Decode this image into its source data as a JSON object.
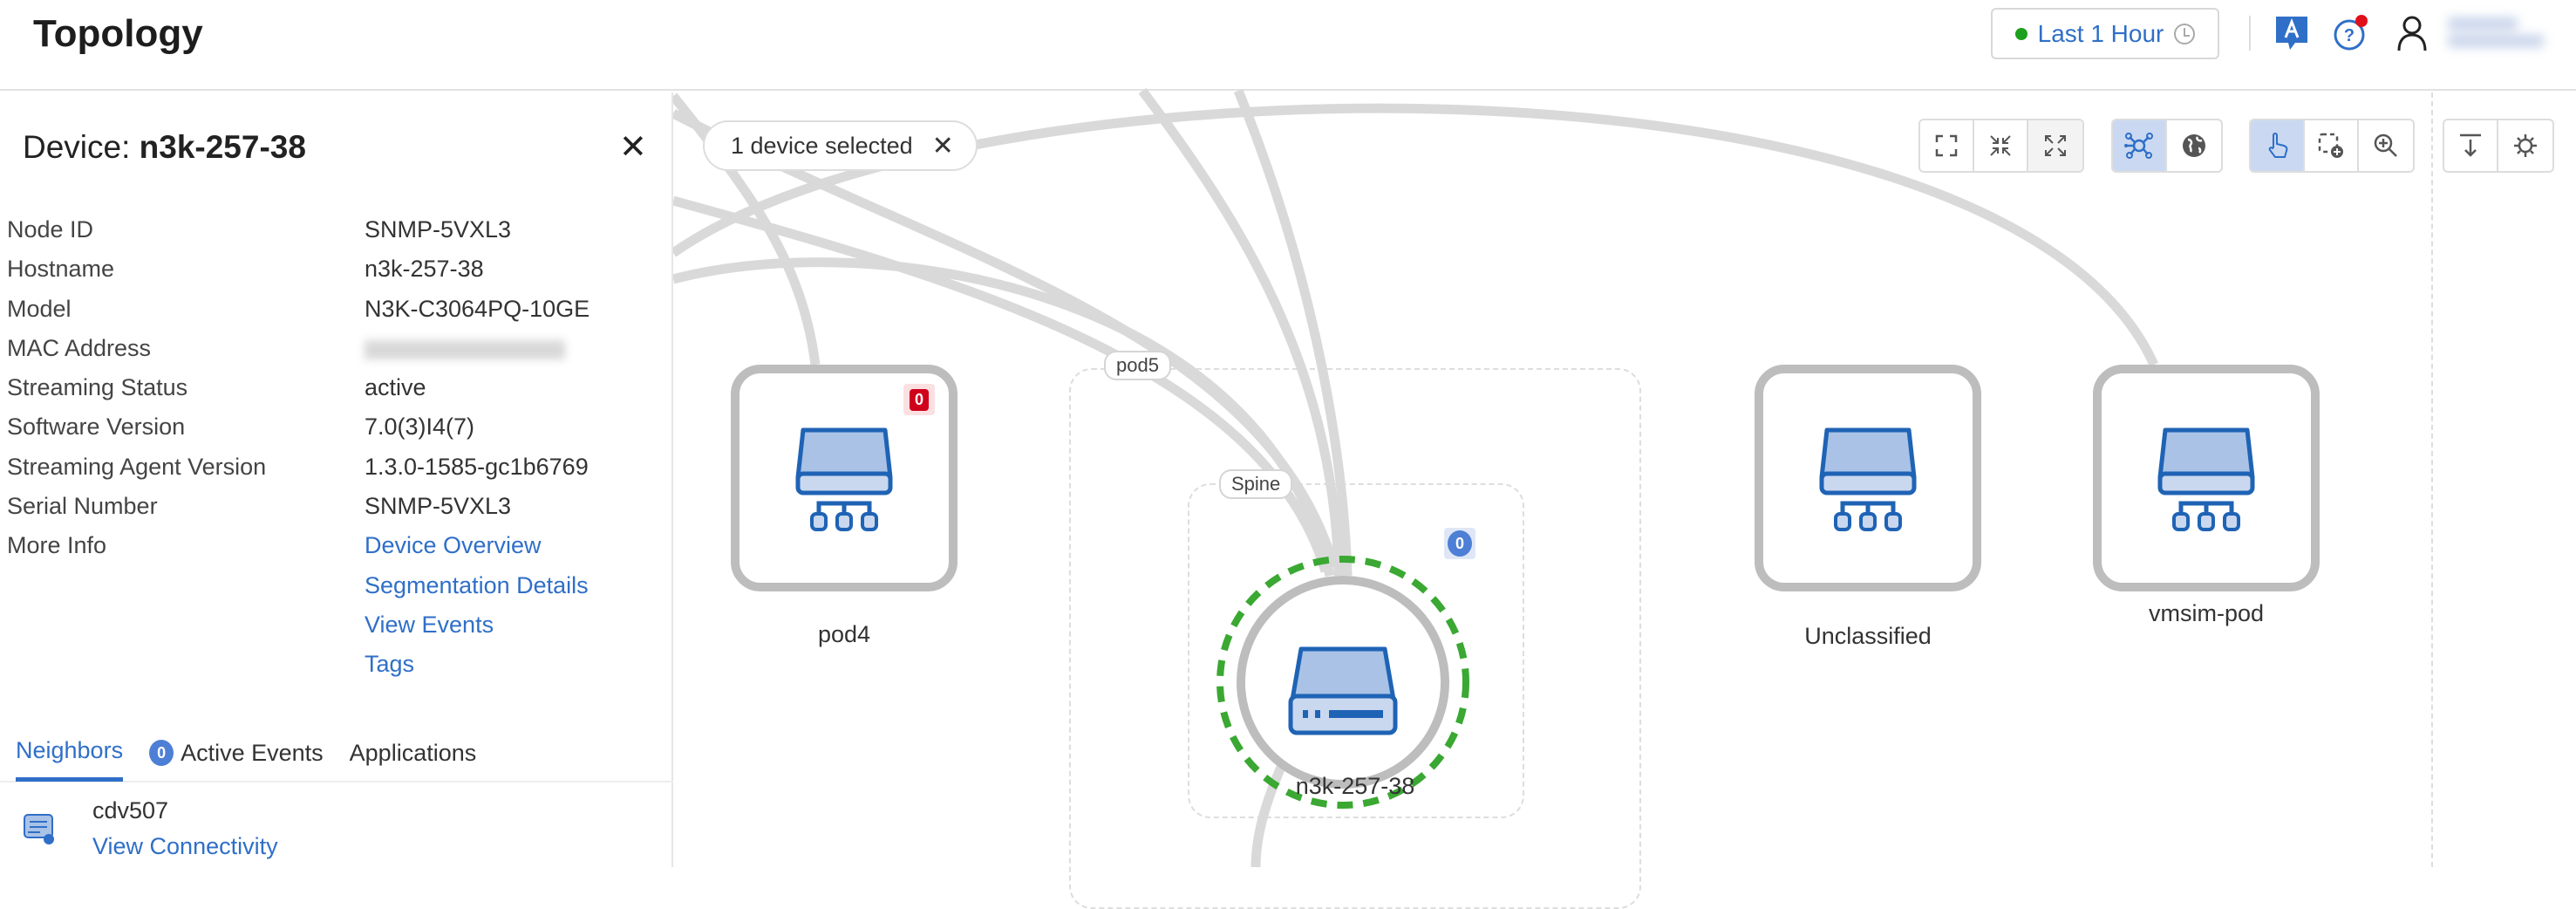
{
  "header": {
    "title": "Topology",
    "time_range": "Last 1 Hour",
    "colors": {
      "accent": "#2f6fc8",
      "status_green": "#1da01d",
      "alert_red": "#d0021b"
    }
  },
  "panel": {
    "title_prefix": "Device: ",
    "title_name": "n3k-257-38",
    "rows": [
      {
        "label": "Node ID",
        "value": "SNMP-5VXL3"
      },
      {
        "label": "Hostname",
        "value": "n3k-257-38"
      },
      {
        "label": "Model",
        "value": "N3K-C3064PQ-10GE"
      },
      {
        "label": "MAC Address",
        "value": ""
      },
      {
        "label": "Streaming Status",
        "value": "active"
      },
      {
        "label": "Software Version",
        "value": "7.0(3)I4(7)"
      },
      {
        "label": "Streaming Agent Version",
        "value": "1.3.0-1585-gc1b6769"
      },
      {
        "label": "Serial Number",
        "value": "SNMP-5VXL3"
      },
      {
        "label": "More Info",
        "value": ""
      }
    ],
    "links": [
      "Device Overview",
      "Segmentation Details",
      "View Events",
      "Tags"
    ],
    "tabs": {
      "neighbors": "Neighbors",
      "events_count": "0",
      "events": "Active Events",
      "applications": "Applications"
    },
    "neighbor": {
      "name": "cdv507",
      "link": "View Connectivity"
    }
  },
  "canvas": {
    "selection": "1 device selected",
    "groups": {
      "pod5": "pod5",
      "spine": "Spine"
    },
    "nodes": {
      "pod4": "pod4",
      "selected": "n3k-257-38",
      "unclassified": "Unclassified",
      "vmsim": "vmsim-pod"
    },
    "badges": {
      "pod4": "0",
      "selected": "0"
    }
  }
}
